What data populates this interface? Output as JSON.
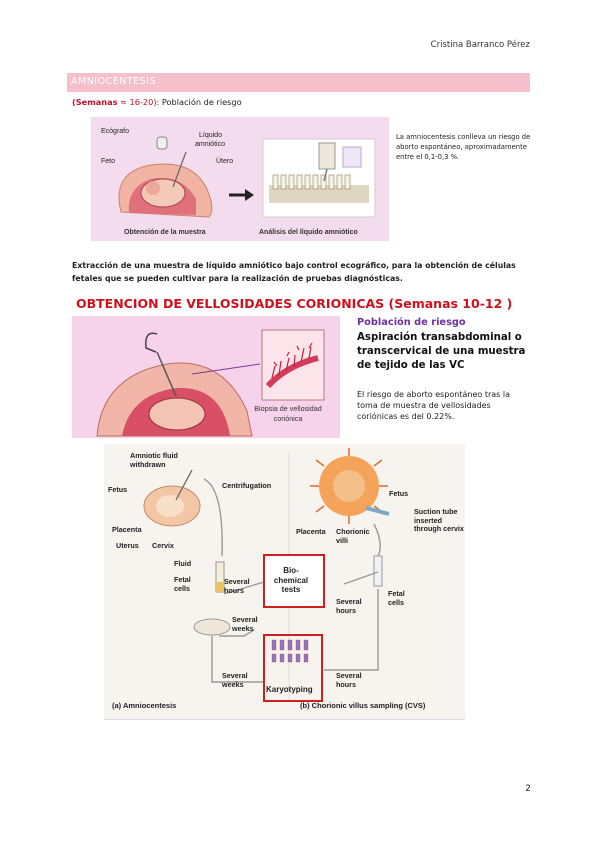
{
  "header": {
    "author": "Cristina Barranco Pérez"
  },
  "section": {
    "title": "AMNIOCENTESIS",
    "sub_red": "(Semanas",
    "sub_range": " ≈ 16-20)",
    "sub_rest": ": Población de riesgo"
  },
  "figure1": {
    "labels": {
      "ecografo": "Ecógrafo",
      "liquido": "Líquido",
      "amniotico": "amniótico",
      "feto": "Feto",
      "utero": "Útero"
    },
    "caption_left": "Obtención de la muestra",
    "caption_right": "Análisis del líquido amniótico",
    "note": "La amniocentesis conlleva un riesgo de aborto espontáneo, aproximadamente entre el 0,1-0,3 %."
  },
  "paragraph": "Extracción de una muestra de líquido amniótico bajo control ecográfico, para la obtención de células fetales que se pueden cultivar para la realización de pruebas diagnósticas.",
  "figure2": {
    "title": "OBTENCION DE VELLOSIDADES CORIONICAS (Semanas 10-12 )",
    "poblacion": "Población de riesgo",
    "aspiracion": "Aspiración transabdominal o transcervical de una muestra de tejido de las VC",
    "biopsia": "Biopsia de vellosidad coriónica",
    "risk": "El riesgo de aborto espontáneo tras la toma de muestra de vellosidades coriónicas es del 0.22%."
  },
  "figure3": {
    "amniotic": "Amniotic fluid withdrawn",
    "fetus_l": "Fetus",
    "centrifugation": "Centrifugation",
    "placenta_l": "Placenta",
    "uterus": "Uterus",
    "cervix": "Cervix",
    "fluid": "Fluid",
    "fetal_cells_l": "Fetal cells",
    "several_hours_l": "Several hours",
    "biochem": "Bio-chemical tests",
    "several_weeks_mid": "Several weeks",
    "several_weeks_low": "Several weeks",
    "karyotyping": "Karyotyping",
    "several_hours_r1": "Several hours",
    "several_hours_r2": "Several hours",
    "fetus_r": "Fetus",
    "suction": "Suction tube inserted through cervix",
    "placenta_r": "Placenta",
    "chorionic": "Chorionic villi",
    "fetal_cells_r": "Fetal cells",
    "caption_a": "(a) Amniocentesis",
    "caption_b": "(b) Chorionic villus sampling (CVS)"
  },
  "page_number": "2"
}
